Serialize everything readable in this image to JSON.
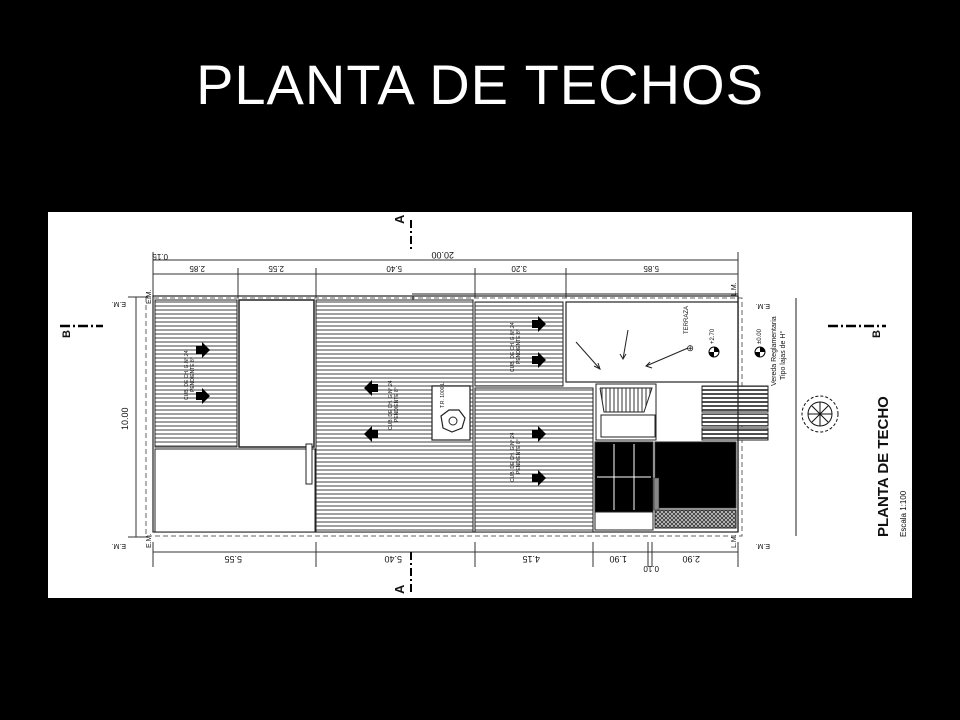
{
  "slide": {
    "title": "PLANTA DE TECHOS"
  },
  "plan": {
    "heading": "PLANTA DE TECHO",
    "scale": "Escala 1:100",
    "section_mark": "A",
    "side_mark": "B",
    "terraza": "TERRAZA",
    "nivel_terraza": "+2.70",
    "nivel_vereda": "±0.00",
    "vereda_line1": "Vereda Reglamentaria",
    "vereda_line2": "Tipo lajas de H°",
    "tanque": "T.R. 1000 L",
    "em": "E.M.",
    "lm": "L.M.",
    "cubierta_1": "CUB. DE CH. G.N°.24",
    "cubierta_2": "PENDIENTE 8°",
    "dims_top": [
      "0.15",
      "20.00",
      "2.85",
      "2.55",
      "5.40",
      "3.20",
      "5.85"
    ],
    "dims_bottom": [
      "5.55",
      "5.40",
      "4.15",
      "1.90",
      "0.10",
      "2.90"
    ],
    "dim_side": "10.00"
  },
  "colors": {
    "background": "#000000",
    "paper": "#ffffff",
    "ink": "#111111"
  }
}
